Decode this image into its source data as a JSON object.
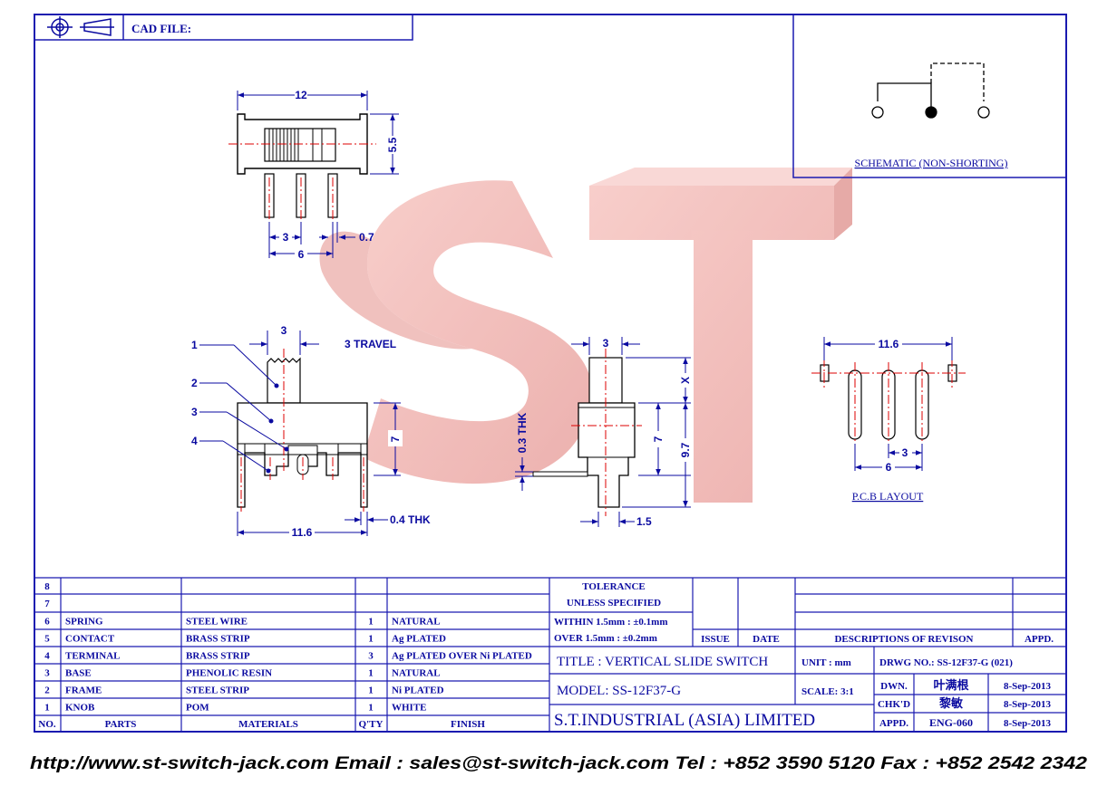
{
  "header": {
    "cad_file_label": "CAD FILE:",
    "projection_icon": "third-angle-projection-icon"
  },
  "watermark": {
    "text": "ST",
    "color": "#f2b4b0"
  },
  "schematic": {
    "caption": "SCHEMATIC (NON-SHORTING)"
  },
  "top_view": {
    "dims": {
      "width": "12",
      "height": "5.5",
      "pitch": "3",
      "span": "6",
      "pin": "0.7"
    }
  },
  "front_view": {
    "callouts": [
      "1",
      "2",
      "3",
      "4"
    ],
    "dims": {
      "knob": "3",
      "travel": "3 TRAVEL",
      "height": "7",
      "width": "11.6",
      "thk": "0.4 THK"
    }
  },
  "side_view": {
    "dims": {
      "knob": "3",
      "x": "X",
      "height": "7",
      "total": "9.7",
      "thk": "0.3 THK",
      "pin": "1.5"
    }
  },
  "pcb": {
    "caption": "P.C.B LAYOUT",
    "dims": {
      "width": "11.6",
      "pitch": "3",
      "span": "6"
    }
  },
  "bom": {
    "headers": {
      "no": "NO.",
      "parts": "PARTS",
      "materials": "MATERIALS",
      "qty": "Q'TY",
      "finish": "FINISH"
    },
    "rows": [
      {
        "no": "8",
        "part": "",
        "material": "",
        "qty": "",
        "finish": ""
      },
      {
        "no": "7",
        "part": "",
        "material": "",
        "qty": "",
        "finish": ""
      },
      {
        "no": "6",
        "part": "SPRING",
        "material": "STEEL WIRE",
        "qty": "1",
        "finish": "NATURAL"
      },
      {
        "no": "5",
        "part": "CONTACT",
        "material": "BRASS STRIP",
        "qty": "1",
        "finish": "Ag PLATED"
      },
      {
        "no": "4",
        "part": "TERMINAL",
        "material": "BRASS STRIP",
        "qty": "3",
        "finish": "Ag PLATED OVER Ni PLATED"
      },
      {
        "no": "3",
        "part": "BASE",
        "material": "PHENOLIC RESIN",
        "qty": "1",
        "finish": "NATURAL"
      },
      {
        "no": "2",
        "part": "FRAME",
        "material": "STEEL STRIP",
        "qty": "1",
        "finish": "Ni PLATED"
      },
      {
        "no": "1",
        "part": "KNOB",
        "material": "POM",
        "qty": "1",
        "finish": "WHITE"
      }
    ]
  },
  "tolerance": {
    "line1": "TOLERANCE",
    "line2": "UNLESS   SPECIFIED",
    "within": "WITHIN  1.5mm : ±0.1mm",
    "over": "OVER     1.5mm : ±0.2mm"
  },
  "revision": {
    "issue": "ISSUE",
    "date": "DATE",
    "desc": "DESCRIPTIONS OF REVISON",
    "appd": "APPD."
  },
  "title_block": {
    "title": "TITLE : VERTICAL SLIDE SWITCH",
    "unit": "UNIT :   mm",
    "drwg": "DRWG NO.: SS-12F37-G (021)",
    "model": "MODEL: SS-12F37-G",
    "scale": "SCALE:   3:1",
    "company": "S.T.INDUSTRIAL  (ASIA)  LIMITED",
    "dwn_label": "DWN.",
    "dwn_name": "叶满根",
    "dwn_date": "8-Sep-2013",
    "chk_label": "CHK'D",
    "chk_name": "黎敏",
    "chk_date": "8-Sep-2013",
    "appd_label": "APPD.",
    "appd_name": "ENG-060",
    "appd_date": "8-Sep-2013"
  },
  "footer": {
    "text": "http://www.st-switch-jack.com  Email : sales@st-switch-jack.com  Tel : +852 3590 5120  Fax : +852 2542 2342"
  }
}
